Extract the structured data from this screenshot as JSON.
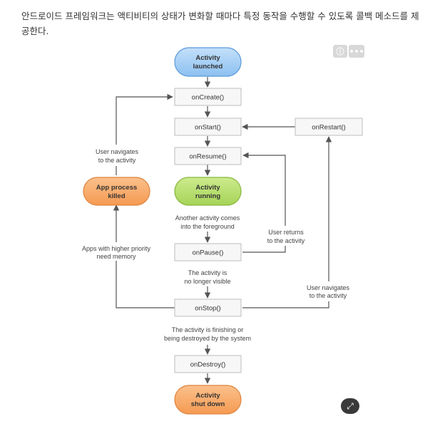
{
  "intro_text": "안드로이드 프레임워크는 액티비티의 상태가 변화할 때마다 특정 동작을 수행할 수 있도록 콜백 메소드를 제공한다.",
  "nodes": {
    "activity_launched": [
      "Activity",
      "launched"
    ],
    "on_create": "onCreate()",
    "on_start": "onStart()",
    "on_restart": "onRestart()",
    "on_resume": "onResume()",
    "app_process_killed": [
      "App process",
      "killed"
    ],
    "activity_running": [
      "Activity",
      "running"
    ],
    "on_pause": "onPause()",
    "on_stop": "onStop()",
    "on_destroy": "onDestroy()",
    "activity_shut_down": [
      "Activity",
      "shut down"
    ]
  },
  "labels": {
    "user_navigates_left": [
      "User navigates",
      "to the activity"
    ],
    "another_activity": [
      "Another activity comes",
      "into the foreground"
    ],
    "user_returns": [
      "User returns",
      "to the activity"
    ],
    "apps_higher_priority": [
      "Apps with higher priority",
      "need memory"
    ],
    "no_longer_visible": [
      "The activity is",
      "no longer visible"
    ],
    "user_navigates_right": [
      "User navigates",
      "to the activity"
    ],
    "finishing": [
      "The activity is finishing or",
      "being destroyed by the system"
    ]
  },
  "colors": {
    "blue_fill": "#9ecbf3",
    "blue_stroke": "#5a9ad8",
    "green_fill": "#b4dc6a",
    "green_stroke": "#86b63c",
    "orange_fill": "#f8a866",
    "orange_stroke": "#de8440",
    "box_fill": "#f7f7f7",
    "box_stroke": "#bcbcbc",
    "arrow": "#555555"
  },
  "toolbar": {
    "info_icon": "info-icon",
    "more_icon": "more-icon",
    "zoom_icon": "expand-icon"
  }
}
